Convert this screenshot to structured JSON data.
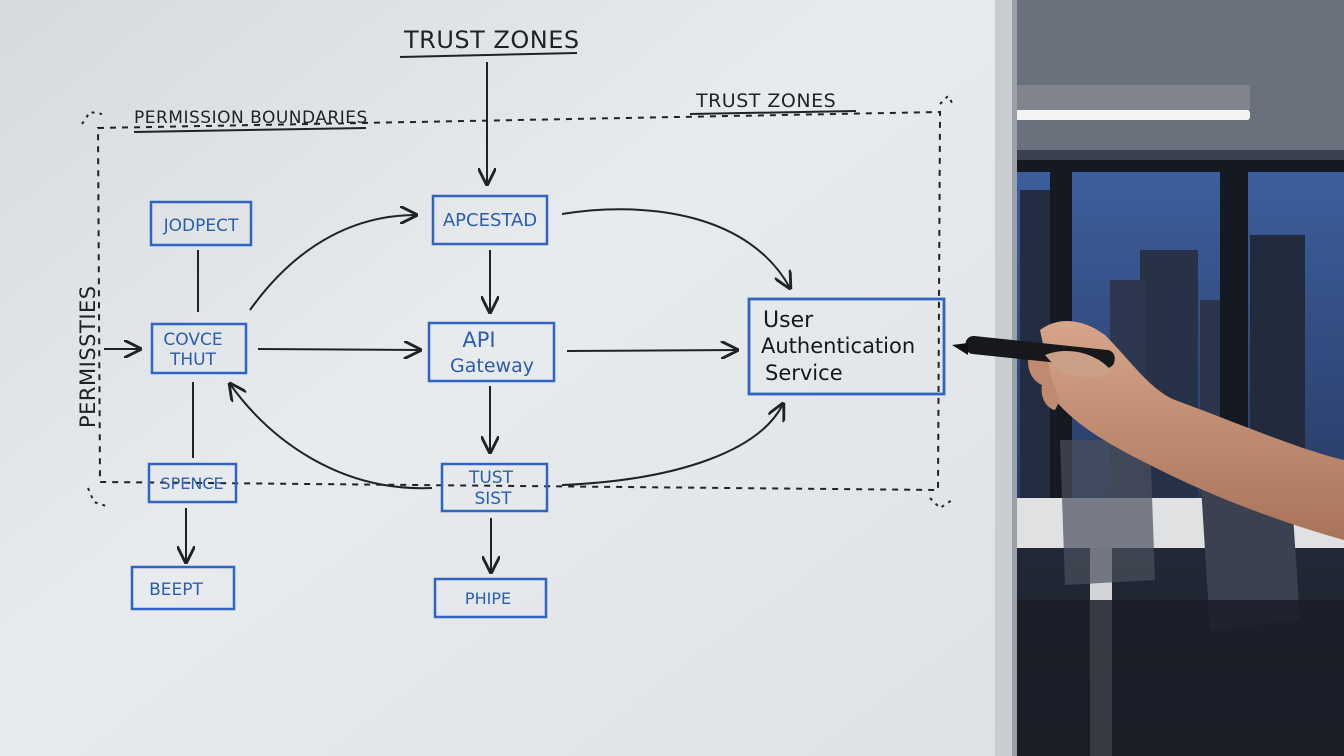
{
  "whiteboard": {
    "title_top": "TRUST ZONES",
    "zone_label_top_left": "PERMISSION BOUNDARIES",
    "zone_label_top_right": "TRUST ZONES",
    "zone_label_left": "PERMISSTIES"
  },
  "boxes": {
    "jodpect": "JODPECT",
    "covce_line1": "COVCE",
    "covce_line2": "THUT",
    "spence": "SPENCE",
    "beept": "BEEPT",
    "apcestad": "APCESTAD",
    "api_line1": "API",
    "api_line2": "Gateway",
    "tust_line1": "TUST",
    "tust_line2": "SIST",
    "phipe": "PHIPE",
    "user_line1": "User",
    "user_line2": "Authentication",
    "user_line3": "Service"
  },
  "colors": {
    "marker_blue": "#2f63c4",
    "marker_black": "#1f2328",
    "whiteboard": "#e4e7ea",
    "office_bg": "#2a3345"
  }
}
